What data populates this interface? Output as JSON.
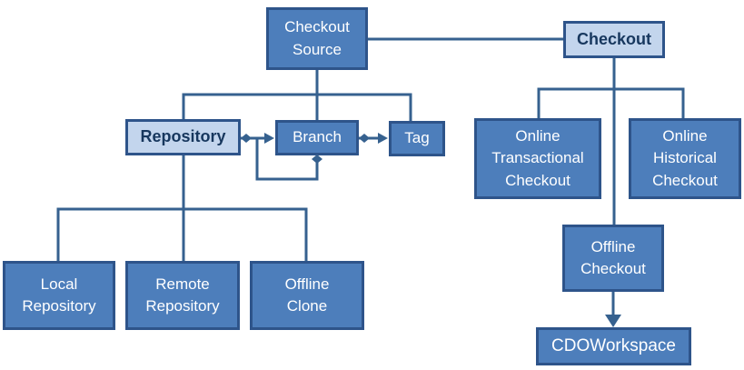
{
  "diagram": {
    "nodes": {
      "checkout_source": {
        "label": "Checkout\nSource",
        "style": "primary"
      },
      "checkout": {
        "label": "Checkout",
        "style": "highlight"
      },
      "repository": {
        "label": "Repository",
        "style": "highlight"
      },
      "branch": {
        "label": "Branch",
        "style": "primary"
      },
      "tag": {
        "label": "Tag",
        "style": "primary"
      },
      "online_transactional_checkout": {
        "label": "Online\nTransactional\nCheckout",
        "style": "primary"
      },
      "online_historical_checkout": {
        "label": "Online\nHistorical\nCheckout",
        "style": "primary"
      },
      "offline_checkout": {
        "label": "Offline\nCheckout",
        "style": "primary"
      },
      "cdo_workspace": {
        "label": "CDOWorkspace",
        "style": "primary"
      },
      "local_repository": {
        "label": "Local\nRepository",
        "style": "primary"
      },
      "remote_repository": {
        "label": "Remote\nRepository",
        "style": "primary"
      },
      "offline_clone": {
        "label": "Offline\nClone",
        "style": "primary"
      }
    },
    "edges": [
      {
        "from": "checkout_source",
        "to": "checkout",
        "type": "association"
      },
      {
        "from": "checkout_source",
        "to": "repository",
        "type": "hierarchy"
      },
      {
        "from": "checkout_source",
        "to": "branch",
        "type": "hierarchy"
      },
      {
        "from": "checkout_source",
        "to": "tag",
        "type": "hierarchy"
      },
      {
        "from": "repository",
        "to": "branch",
        "type": "aggregation-arrow"
      },
      {
        "from": "branch",
        "to": "branch",
        "type": "aggregation-arrow-self"
      },
      {
        "from": "branch",
        "to": "tag",
        "type": "aggregation-arrow"
      },
      {
        "from": "checkout",
        "to": "online_transactional_checkout",
        "type": "hierarchy"
      },
      {
        "from": "checkout",
        "to": "online_historical_checkout",
        "type": "hierarchy"
      },
      {
        "from": "checkout",
        "to": "offline_checkout",
        "type": "hierarchy"
      },
      {
        "from": "offline_checkout",
        "to": "cdo_workspace",
        "type": "arrow"
      },
      {
        "from": "repository",
        "to": "local_repository",
        "type": "hierarchy"
      },
      {
        "from": "repository",
        "to": "remote_repository",
        "type": "hierarchy"
      },
      {
        "from": "repository",
        "to": "offline_clone",
        "type": "hierarchy"
      }
    ],
    "colors": {
      "node-fill": "#4D7EBB",
      "node-border": "#2E548A",
      "node-text": "#FFFFFF",
      "highlight-fill": "#C3D5ED",
      "highlight-text": "#17375E",
      "connector": "#36618F",
      "background": "#FFFFFF"
    }
  }
}
